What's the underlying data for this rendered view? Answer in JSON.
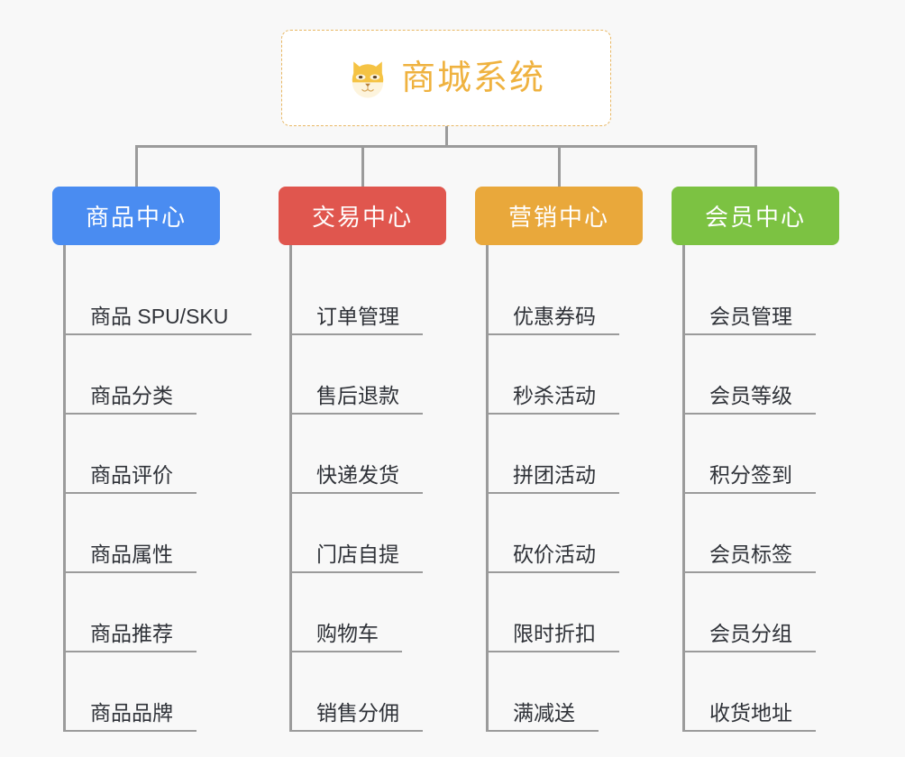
{
  "diagram": {
    "type": "org-chart",
    "background_color": "#f8f8f8",
    "connector_color": "#9b9b9b"
  },
  "root": {
    "title": "商城系统",
    "icon": "shiba-dog-face-icon",
    "text_color": "#efb23f",
    "border_color": "#e8b763",
    "background_color": "#ffffff"
  },
  "categories": [
    {
      "label": "商品中心",
      "color": "#4a8cf1",
      "items": [
        "商品 SPU/SKU",
        "商品分类",
        "商品评价",
        "商品属性",
        "商品推荐",
        "商品品牌"
      ]
    },
    {
      "label": "交易中心",
      "color": "#e0564e",
      "items": [
        "订单管理",
        "售后退款",
        "快递发货",
        "门店自提",
        "购物车",
        "销售分佣"
      ]
    },
    {
      "label": "营销中心",
      "color": "#e9a83b",
      "items": [
        "优惠券码",
        "秒杀活动",
        "拼团活动",
        "砍价活动",
        "限时折扣",
        "满减送"
      ]
    },
    {
      "label": "会员中心",
      "color": "#7cc242",
      "items": [
        "会员管理",
        "会员等级",
        "积分签到",
        "会员标签",
        "会员分组",
        "收货地址"
      ]
    }
  ]
}
